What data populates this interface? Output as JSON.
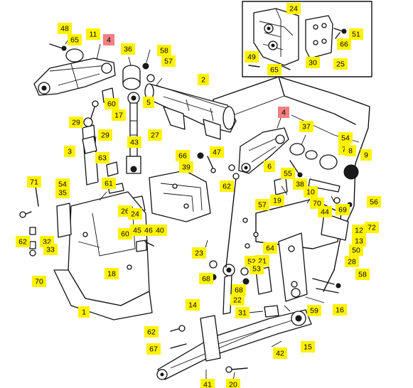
{
  "callouts": [
    {
      "text": "48",
      "color": "yellow"
    },
    {
      "text": "65",
      "color": "yellow"
    },
    {
      "text": "11",
      "color": "yellow"
    },
    {
      "text": "4",
      "color": "red"
    },
    {
      "text": "36",
      "color": "yellow"
    },
    {
      "text": "58",
      "color": "yellow"
    },
    {
      "text": "57",
      "color": "yellow"
    },
    {
      "text": "2",
      "color": "yellow"
    },
    {
      "text": "24",
      "color": "yellow"
    },
    {
      "text": "51",
      "color": "yellow"
    },
    {
      "text": "66",
      "color": "yellow"
    },
    {
      "text": "49",
      "color": "yellow"
    },
    {
      "text": "65",
      "color": "yellow"
    },
    {
      "text": "30",
      "color": "yellow"
    },
    {
      "text": "25",
      "color": "yellow"
    },
    {
      "text": "5",
      "color": "yellow"
    },
    {
      "text": "60",
      "color": "yellow"
    },
    {
      "text": "17",
      "color": "yellow"
    },
    {
      "text": "29",
      "color": "yellow"
    },
    {
      "text": "29",
      "color": "yellow"
    },
    {
      "text": "43",
      "color": "yellow"
    },
    {
      "text": "27",
      "color": "yellow"
    },
    {
      "text": "4",
      "color": "red"
    },
    {
      "text": "37",
      "color": "yellow"
    },
    {
      "text": "54",
      "color": "yellow"
    },
    {
      "text": "7",
      "color": "yellow"
    },
    {
      "text": "8",
      "color": "yellow"
    },
    {
      "text": "9",
      "color": "yellow"
    },
    {
      "text": "3",
      "color": "yellow"
    },
    {
      "text": "63",
      "color": "yellow"
    },
    {
      "text": "66",
      "color": "yellow"
    },
    {
      "text": "47",
      "color": "yellow"
    },
    {
      "text": "6",
      "color": "yellow"
    },
    {
      "text": "55",
      "color": "yellow"
    },
    {
      "text": "39",
      "color": "yellow"
    },
    {
      "text": "62",
      "color": "yellow"
    },
    {
      "text": "38",
      "color": "yellow"
    },
    {
      "text": "71",
      "color": "yellow"
    },
    {
      "text": "54",
      "color": "yellow"
    },
    {
      "text": "35",
      "color": "yellow"
    },
    {
      "text": "61",
      "color": "yellow"
    },
    {
      "text": "19",
      "color": "yellow"
    },
    {
      "text": "10",
      "color": "yellow"
    },
    {
      "text": "70",
      "color": "yellow"
    },
    {
      "text": "44",
      "color": "yellow"
    },
    {
      "text": "69",
      "color": "yellow"
    },
    {
      "text": "56",
      "color": "yellow"
    },
    {
      "text": "26",
      "color": "yellow"
    },
    {
      "text": "24",
      "color": "yellow"
    },
    {
      "text": "57",
      "color": "yellow"
    },
    {
      "text": "72",
      "color": "yellow"
    },
    {
      "text": "62",
      "color": "yellow"
    },
    {
      "text": "32",
      "color": "yellow"
    },
    {
      "text": "33",
      "color": "yellow"
    },
    {
      "text": "60",
      "color": "yellow"
    },
    {
      "text": "45",
      "color": "yellow"
    },
    {
      "text": "46",
      "color": "yellow"
    },
    {
      "text": "40",
      "color": "yellow"
    },
    {
      "text": "12",
      "color": "yellow"
    },
    {
      "text": "13",
      "color": "yellow"
    },
    {
      "text": "50",
      "color": "yellow"
    },
    {
      "text": "23",
      "color": "yellow"
    },
    {
      "text": "64",
      "color": "yellow"
    },
    {
      "text": "52",
      "color": "yellow"
    },
    {
      "text": "21",
      "color": "yellow"
    },
    {
      "text": "53",
      "color": "yellow"
    },
    {
      "text": "28",
      "color": "yellow"
    },
    {
      "text": "58",
      "color": "yellow"
    },
    {
      "text": "70",
      "color": "yellow"
    },
    {
      "text": "18",
      "color": "yellow"
    },
    {
      "text": "68",
      "color": "yellow"
    },
    {
      "text": "68",
      "color": "yellow"
    },
    {
      "text": "22",
      "color": "yellow"
    },
    {
      "text": "59",
      "color": "yellow"
    },
    {
      "text": "1",
      "color": "yellow"
    },
    {
      "text": "14",
      "color": "yellow"
    },
    {
      "text": "31",
      "color": "yellow"
    },
    {
      "text": "16",
      "color": "yellow"
    },
    {
      "text": "62",
      "color": "yellow"
    },
    {
      "text": "67",
      "color": "yellow"
    },
    {
      "text": "42",
      "color": "yellow"
    },
    {
      "text": "15",
      "color": "yellow"
    },
    {
      "text": "41",
      "color": "yellow"
    },
    {
      "text": "20",
      "color": "yellow"
    }
  ],
  "colors": {
    "yellow": "#fff200",
    "red": "#f08080",
    "line": "#111111"
  }
}
